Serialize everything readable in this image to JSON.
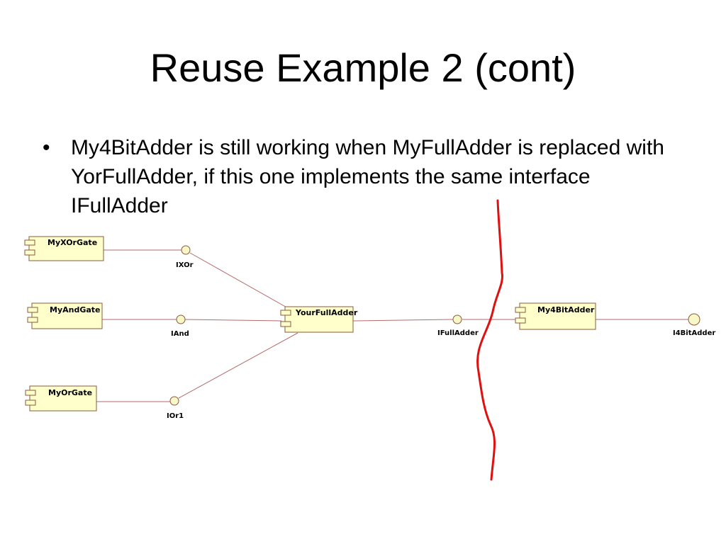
{
  "slide": {
    "title": "Reuse Example 2 (cont)",
    "bullets": [
      {
        "marker": "•",
        "text": "My4BitAdder is still working when MyFullAdder is replaced with YorFullAdder, if this one implements the same interface IFullAdder"
      }
    ]
  },
  "diagram": {
    "components": {
      "xor_gate": "MyXOrGate",
      "and_gate": "MyAndGate",
      "or_gate": "MyOrGate",
      "full_adder": "YourFullAdder",
      "four_bit_adder": "My4BitAdder"
    },
    "interfaces": {
      "ixor": "IXOr",
      "iand": "IAnd",
      "ior1": "IOr1",
      "ifulladder": "IFullAdder",
      "i4bitadder": "I4BitAdder"
    },
    "colors": {
      "component_fill": "#ffffcc",
      "component_border": "#8a5a3c",
      "connector": "#b36a6a",
      "interface_fill": "#f7f7c8",
      "divider": "#e01010"
    }
  }
}
